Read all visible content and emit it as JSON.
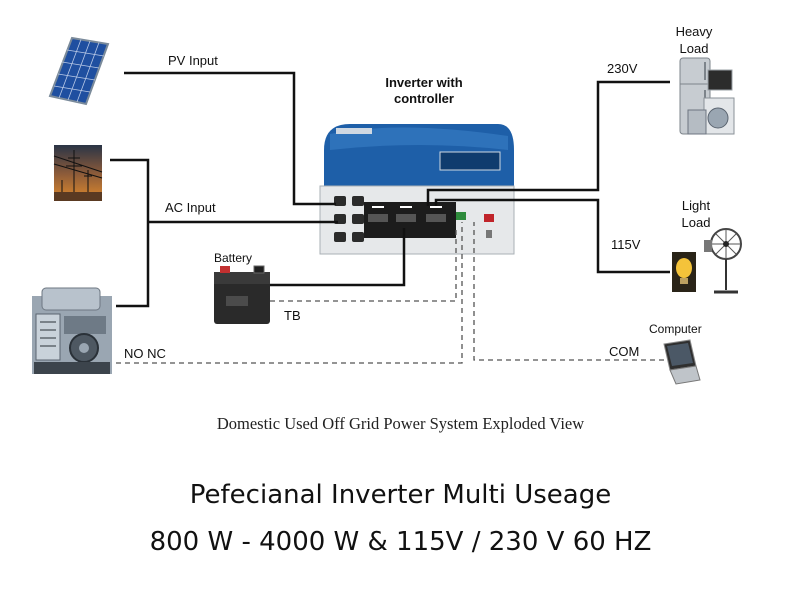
{
  "diagram": {
    "labels": {
      "pv_input": "PV Input",
      "inverter": "Inverter with controller",
      "heavy_load": "Heavy Load",
      "v230": "230V",
      "ac_input": "AC Input",
      "light_load": "Light Load",
      "v115": "115V",
      "battery": "Battery",
      "tb": "TB",
      "computer": "Computer",
      "com": "COM",
      "no_nc": "NO NC"
    },
    "caption": "Domestic Used Off Grid Power System Exploded View",
    "headline": "Pefecianal Inverter Multi Useage",
    "spec_line": "800 W - 4000 W & 115V / 230 V 60 HZ"
  }
}
